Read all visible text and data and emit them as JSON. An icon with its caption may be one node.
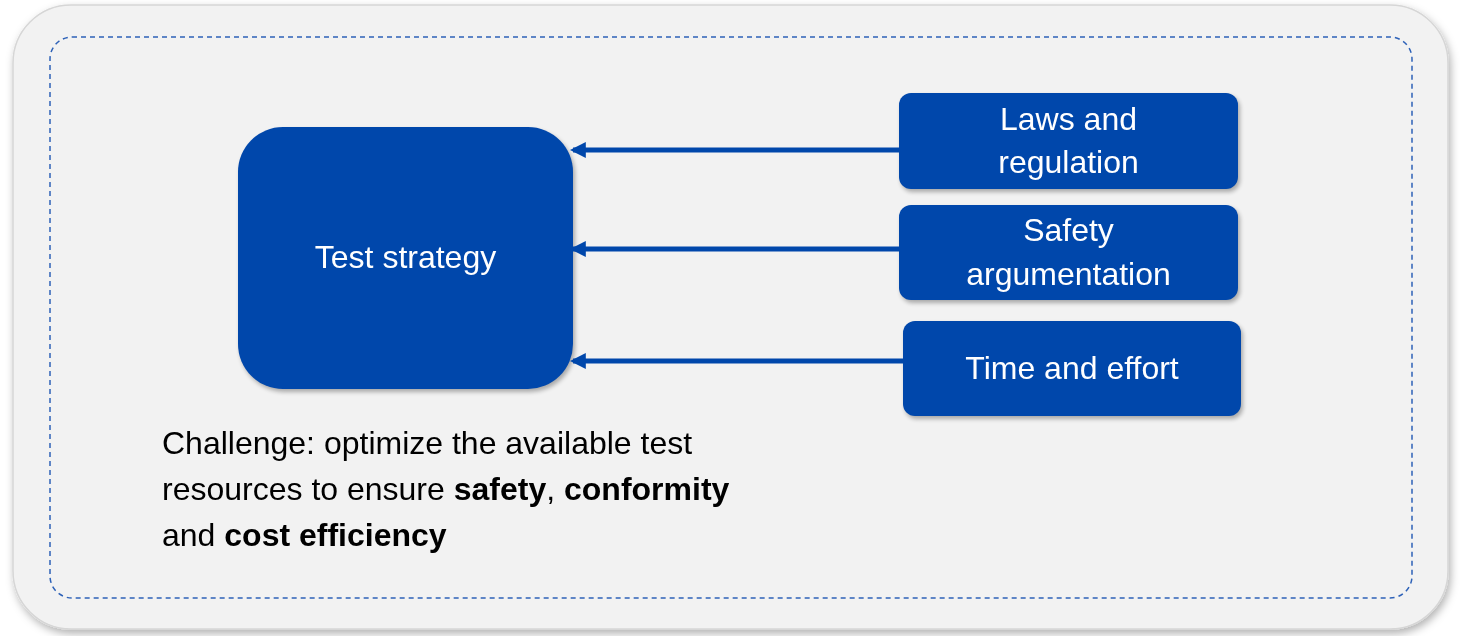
{
  "diagram": {
    "nodes": [
      {
        "text": [
          "Test strategy"
        ]
      },
      {
        "text": [
          "Laws and regulation"
        ]
      },
      {
        "text": [
          "Safety argumentation"
        ]
      },
      {
        "text": [
          "Time and effort"
        ]
      }
    ],
    "edges": [
      {
        "from": 1,
        "to": 0,
        "arrow": "to"
      },
      {
        "from": 2,
        "to": 0,
        "arrow": "to"
      },
      {
        "from": 3,
        "to": 0,
        "arrow": "to"
      }
    ],
    "labels": [
      "Challenge: optimize the available test resources to ensure **safety**, **conformity** and **cost efficiency**"
    ]
  }
}
